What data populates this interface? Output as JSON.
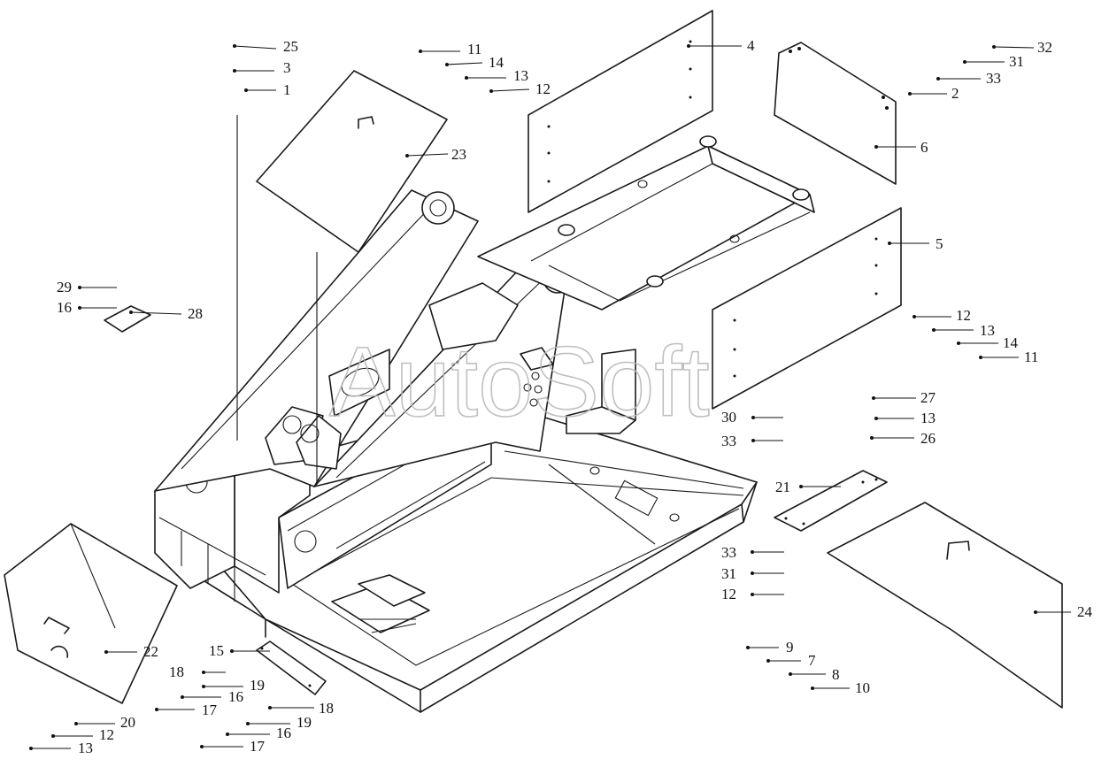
{
  "watermark": "AutoSoft",
  "callouts": [
    "1",
    "2",
    "3",
    "4",
    "5",
    "6",
    "7",
    "8",
    "9",
    "10",
    "11",
    "12",
    "13",
    "14",
    "15",
    "16",
    "17",
    "18",
    "19",
    "20",
    "21",
    "22",
    "23",
    "24",
    "25",
    "26",
    "27",
    "28",
    "29",
    "30",
    "31",
    "32",
    "33"
  ],
  "parts_shown": {
    "main_frame": "base frame with side plates",
    "covers": [
      "23",
      "22",
      "24",
      "6"
    ],
    "side_panels": [
      "4",
      "5"
    ],
    "small_plates": [
      "21",
      "28",
      "15"
    ]
  }
}
